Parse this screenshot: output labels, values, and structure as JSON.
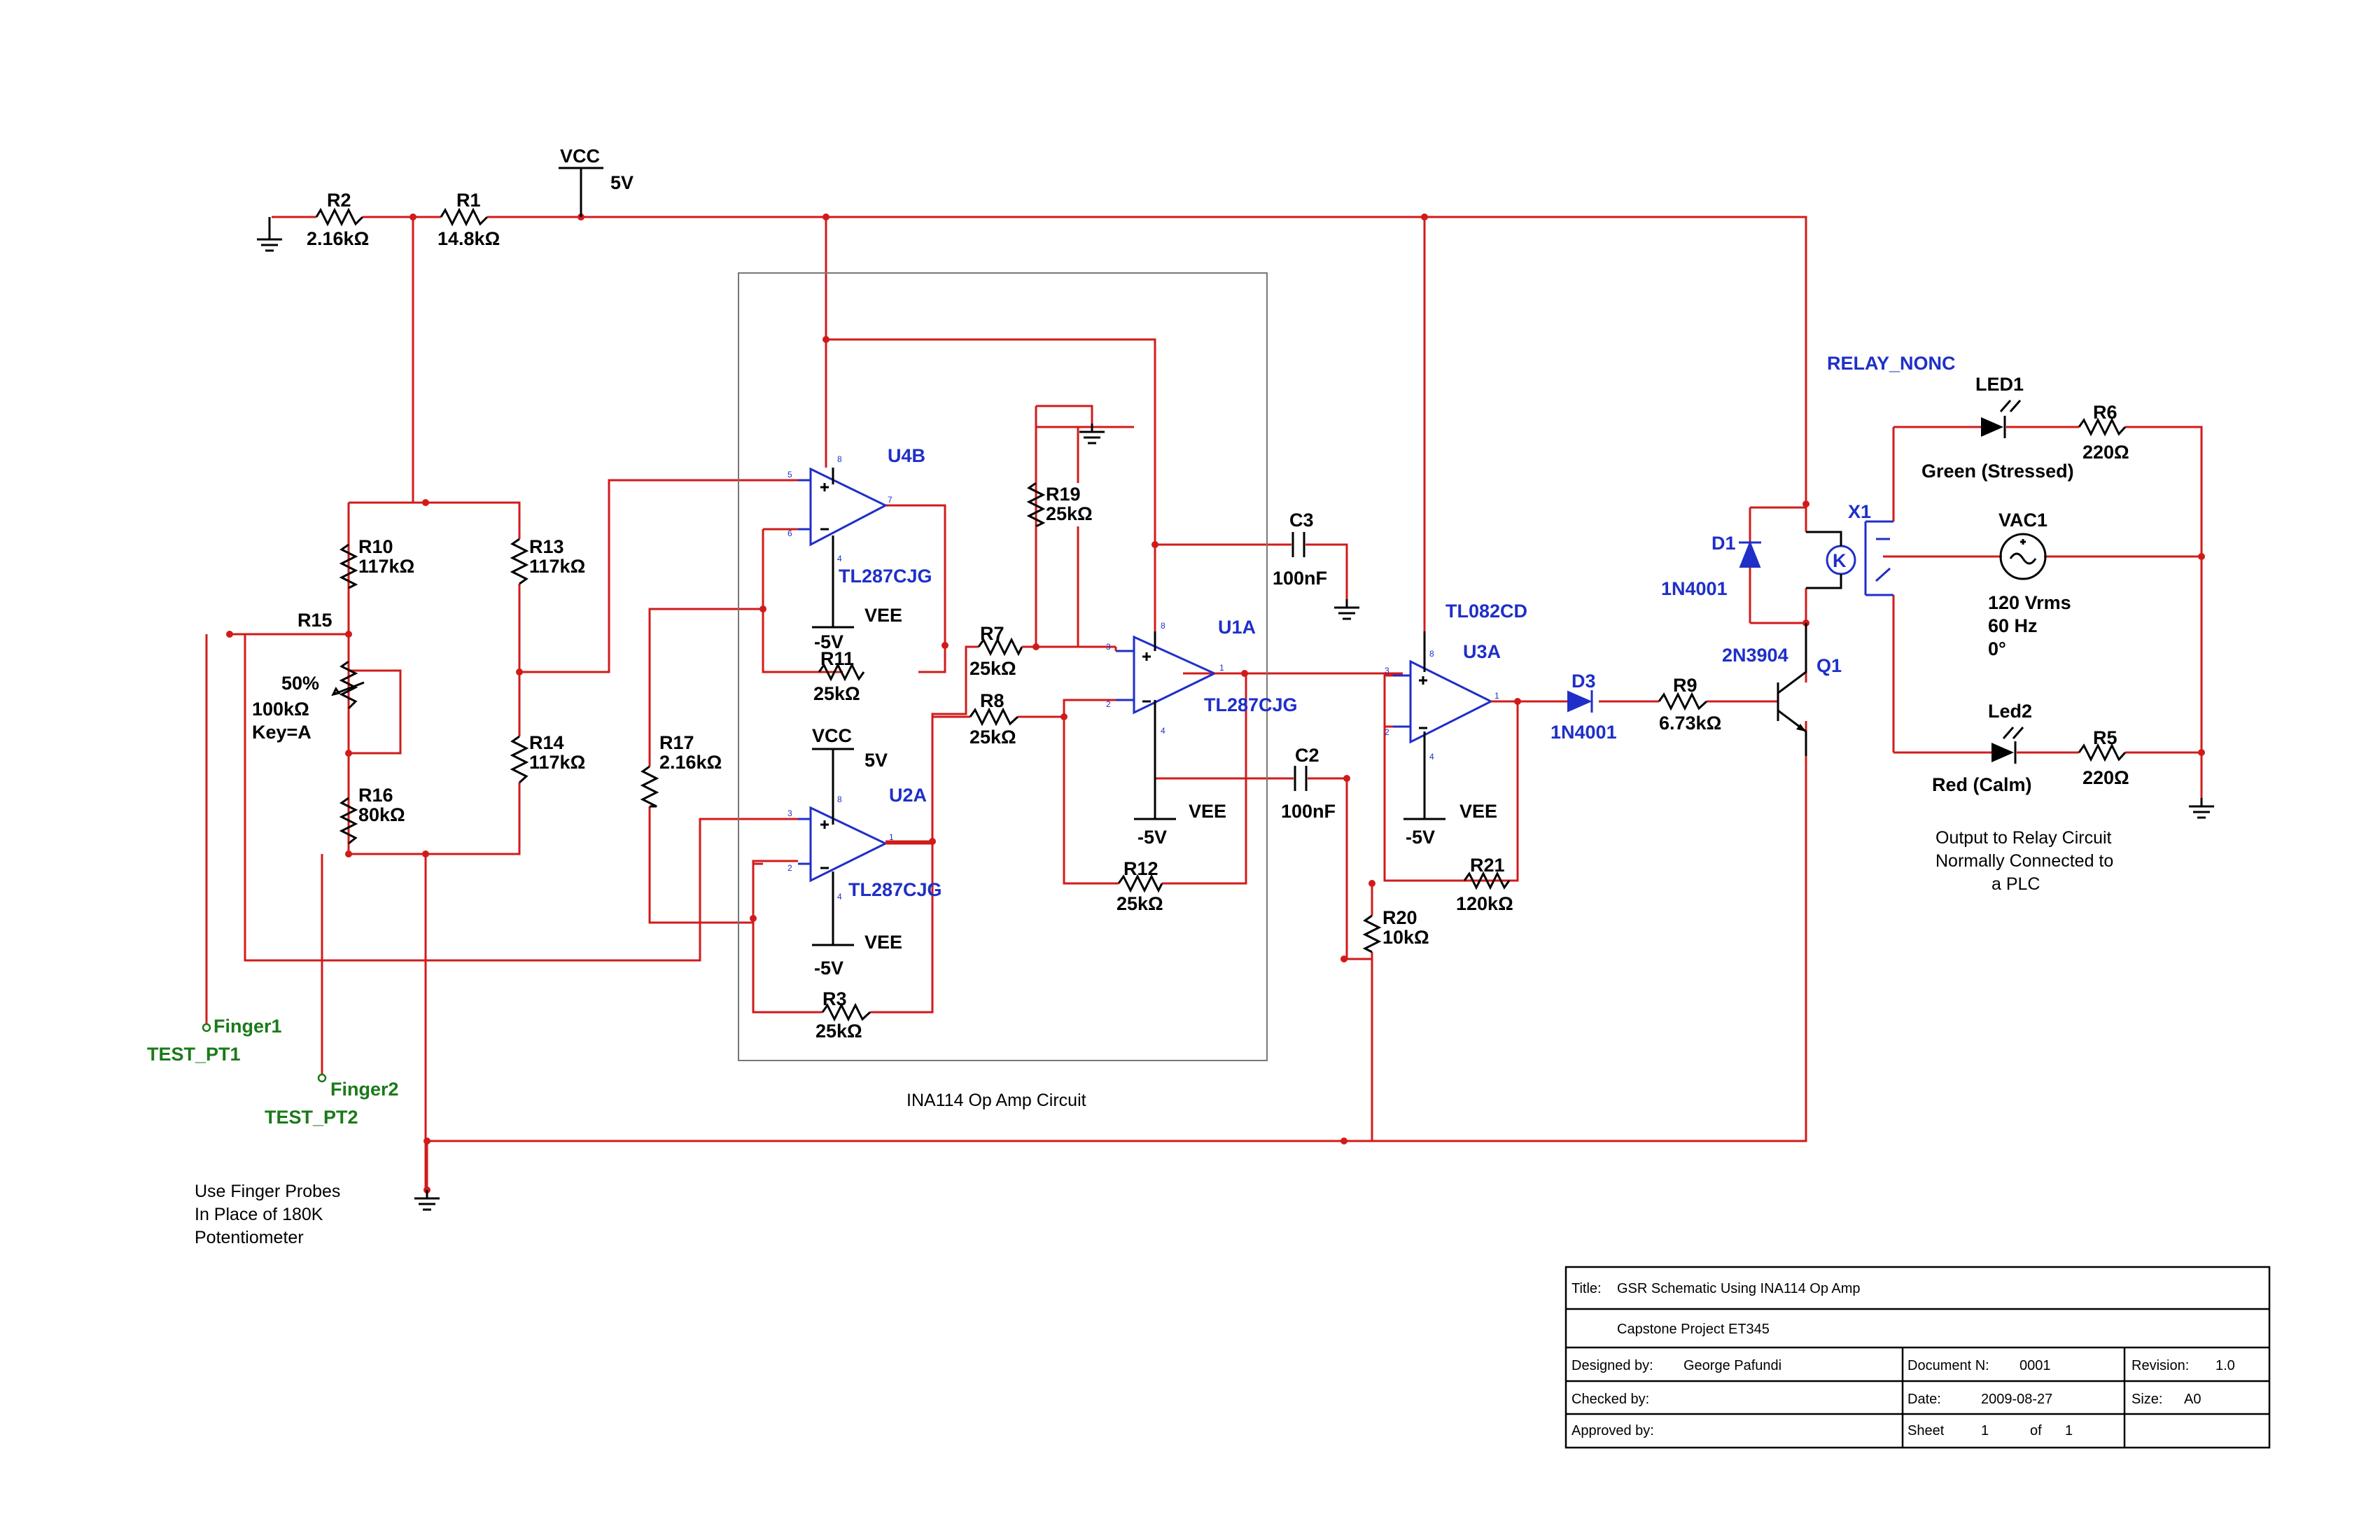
{
  "labels": {
    "vcc_top": "VCC",
    "vcc_top_val": "5V",
    "r2": "R2",
    "r2_val": "2.16kΩ",
    "r1": "R1",
    "r1_val": "14.8kΩ",
    "r10": "R10",
    "r10_val": "117kΩ",
    "r13": "R13",
    "r13_val": "117kΩ",
    "r15": "R15",
    "r15_pct": "50%",
    "r15_val": "100kΩ",
    "r15_key": "Key=A",
    "r14": "R14",
    "r14_val": "117kΩ",
    "r16": "R16",
    "r16_val": "80kΩ",
    "r17": "R17",
    "r17_val": "2.16kΩ",
    "u4b": "U4B",
    "u4b_part": "TL287CJG",
    "u4b_vee_v": "-5V",
    "u4b_vee": "VEE",
    "r11": "R11",
    "r11_val": "25kΩ",
    "u2a_vcc": "VCC",
    "u2a_vcc_val": "5V",
    "u2a": "U2A",
    "u2a_part": "TL287CJG",
    "u2a_vee_v": "-5V",
    "u2a_vee": "VEE",
    "r3": "R3",
    "r3_val": "25kΩ",
    "r19": "R19",
    "r19_val": "25kΩ",
    "r7": "R7",
    "r7_val": "25kΩ",
    "r8": "R8",
    "r8_val": "25kΩ",
    "u1a": "U1A",
    "u1a_part": "TL287CJG",
    "u1a_vee_v": "-5V",
    "u1a_vee": "VEE",
    "r12": "R12",
    "r12_val": "25kΩ",
    "c3": "C3",
    "c3_val": "100nF",
    "c2": "C2",
    "c2_val": "100nF",
    "u3a_part": "TL082CD",
    "u3a": "U3A",
    "u3a_vee_v": "-5V",
    "u3a_vee": "VEE",
    "r20": "R20",
    "r20_val": "10kΩ",
    "r21": "R21",
    "r21_val": "120kΩ",
    "d3": "D3",
    "d3_part": "1N4001",
    "r9": "R9",
    "r9_val": "6.73kΩ",
    "q1_part": "2N3904",
    "q1": "Q1",
    "d1": "D1",
    "d1_part": "1N4001",
    "relay": "RELAY_NONC",
    "x1": "X1",
    "led1": "LED1",
    "led1_desc": "Green (Stressed)",
    "r6": "R6",
    "r6_val": "220Ω",
    "vac1": "VAC1",
    "vac1_v": "120 Vrms",
    "vac1_f": "60 Hz",
    "vac1_p": "0°",
    "led2": "Led2",
    "led2_desc": "Red (Calm)",
    "r5": "R5",
    "r5_val": "220Ω",
    "finger1": "Finger1",
    "test_pt1": "TEST_PT1",
    "finger2": "Finger2",
    "test_pt2": "TEST_PT2",
    "ina_box": "INA114 Op Amp Circuit",
    "note_probes_1": "Use Finger Probes",
    "note_probes_2": "In Place of 180K",
    "note_probes_3": "Potentiometer",
    "note_out_1": "Output to Relay Circuit",
    "note_out_2": "Normally Connected to",
    "note_out_3": "a PLC",
    "pin_u4b_5": "5",
    "pin_u4b_6": "6",
    "pin_u4b_7": "7",
    "pin_u4b_8": "8",
    "pin_u4b_4": "4",
    "pin_u2a_3": "3",
    "pin_u2a_2": "2",
    "pin_u2a_1": "1",
    "pin_u2a_8": "8",
    "pin_u2a_4": "4",
    "pin_u1a_3": "3",
    "pin_u1a_2": "2",
    "pin_u1a_1": "1",
    "pin_u1a_8": "8",
    "pin_u1a_4": "4",
    "pin_u3a_3": "3",
    "pin_u3a_2": "2",
    "pin_u3a_1": "1",
    "pin_u3a_8": "8",
    "pin_u3a_4": "4"
  },
  "title_block": {
    "title_label": "Title:",
    "title": "GSR Schematic Using INA114 Op Amp",
    "project": "Capstone Project ET345",
    "designed_by_label": "Designed by:",
    "designed_by": "George Pafundi",
    "document_label": "Document N:",
    "document": "0001",
    "revision_label": "Revision:",
    "revision": "1.0",
    "checked_by_label": "Checked by:",
    "date_label": "Date:",
    "date": "2009-08-27",
    "size_label": "Size:",
    "size": "A0",
    "approved_by_label": "Approved by:",
    "sheet_label": "Sheet",
    "sheet": "1",
    "of_label": "of",
    "of": "1"
  },
  "colors": {
    "wire": "#d11b1b",
    "component": "#1f2fc8",
    "testpoint": "#1a7a1a",
    "text": "#000000"
  }
}
